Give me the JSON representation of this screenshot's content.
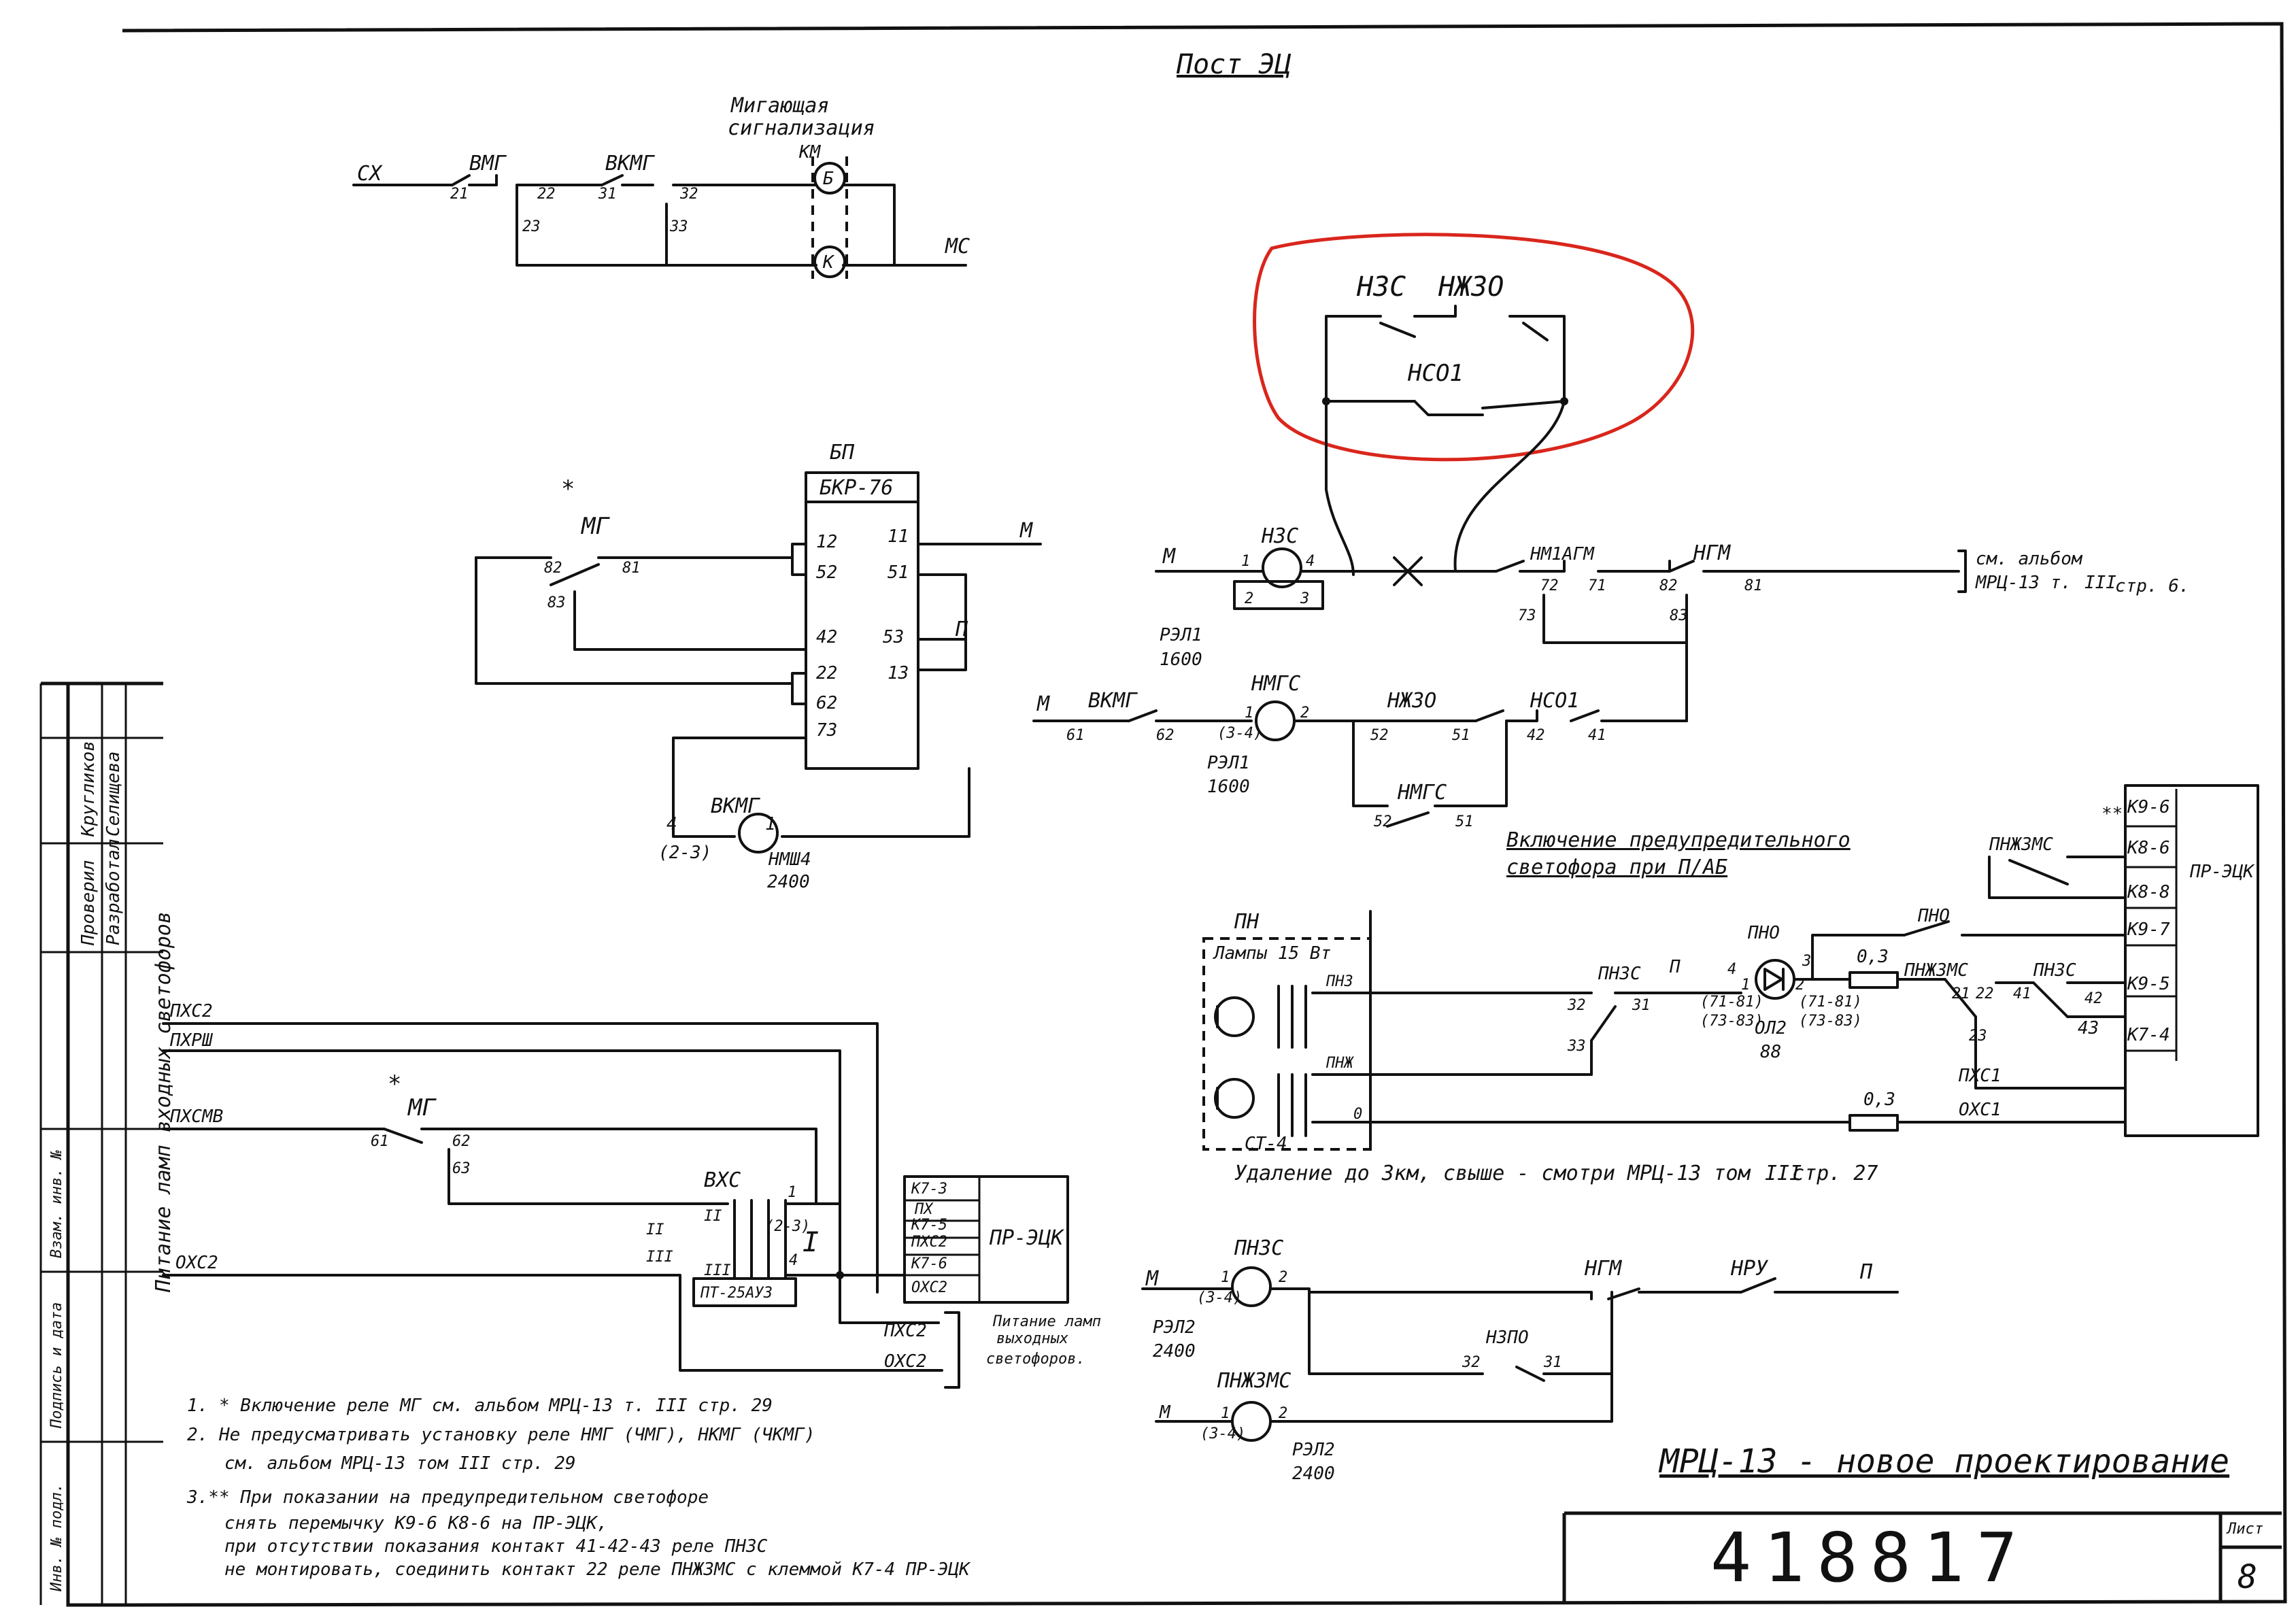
{
  "title": "Пост ЭЦ",
  "doc_number": "418817",
  "sheet": {
    "label": "Лист",
    "number": "8"
  },
  "footer_title": "МРЦ-13 - новое проектирование",
  "blinking": {
    "caption_1": "Мигающая",
    "caption_2": "сигнализация",
    "relay": "КМ",
    "labels": [
      "СХ",
      "ВМГ",
      "ВКМГ",
      "МС",
      "Б",
      "К"
    ],
    "contacts": [
      "21",
      "22",
      "23",
      "31",
      "32",
      "33"
    ]
  },
  "inset": {
    "n3c": "НЗС",
    "nzh3o": "НЖЗО",
    "nco1": "НСО1"
  },
  "bp": {
    "label": "БП",
    "type": "БКР-76",
    "pins_left": [
      "12",
      "52",
      "42",
      "22",
      "62",
      "73"
    ],
    "pins_right": [
      "11",
      "51",
      "53",
      "13"
    ],
    "out_m": "М",
    "out_p": "П",
    "mg": "МГ",
    "mg_contacts": [
      "82",
      "81",
      "83"
    ],
    "vkmg": "ВКМГ",
    "vkmg_pins": [
      "4",
      "1",
      "(2-3)"
    ],
    "vkmg_type": "НМШ4",
    "vkmg_ohm": "2400"
  },
  "n3s_circuit": {
    "m": "М",
    "relay": "НЗС",
    "pins": [
      "1",
      "4",
      "2",
      "3"
    ],
    "nmlagm": "НМ1АГМ",
    "ngm": "НГМ",
    "contacts": [
      "72",
      "71",
      "82",
      "81",
      "73",
      "83"
    ],
    "ref_1": "см. альбом",
    "ref_2": "МРЦ-13 т.",
    "ref_3": "III",
    "ref_4": "стр. 6."
  },
  "nmgs_circuit": {
    "type_1": "РЭЛ1",
    "ohm_1": "1600",
    "m": "М",
    "vkmg": "ВКМГ",
    "vkmg_contacts": [
      "61",
      "62"
    ],
    "relay": "НМГС",
    "pins": [
      "1",
      "2",
      "(3-4)"
    ],
    "type_2": "РЭЛ1",
    "ohm_2": "1600",
    "nzh3o": "НЖЗО",
    "nzh3o_contacts": [
      "52",
      "51"
    ],
    "nco1": "НСО1",
    "nco1_contacts": [
      "42",
      "41"
    ],
    "nmgs": "НМГС",
    "nmgs_contacts": [
      "52",
      "51"
    ]
  },
  "warning_signal": {
    "caption_1": "Включение предупредительного",
    "caption_2": "светофора при П/АБ",
    "pn": "ПН",
    "lamps": "Лампы 15 Вт",
    "pn3": "ПНЗ",
    "pnzh": "ПНЖ",
    "st4": "СТ-4",
    "zero": "0",
    "pnzs": "ПНЗС",
    "pnzs_contacts": [
      "32",
      "31",
      "33"
    ],
    "p": "П",
    "pno": "ПНО",
    "pno_pins": [
      "4",
      "1",
      "3",
      "2",
      "(71-81)",
      "(73-83)",
      "(71-81)",
      "(73-83)"
    ],
    "ol2": "ОЛ2",
    "ol2_ohm": "88",
    "resistor_1": "0,3",
    "pno_contact": "ПНО",
    "pnzhzms": "ПНЖЗМС",
    "pnzhzms_contacts": [
      "21",
      "22",
      "23"
    ],
    "pnzs_2": "ПНЗС",
    "pnzs_2_contacts": [
      "41",
      "42",
      "43"
    ],
    "pxs1": "ПХС1",
    "resistor_2": "0,3",
    "oxs1": "ОХС1",
    "note": "Удаление до 3км, свыше - смотри МРЦ-13 том",
    "note_vol": "III",
    "note_page": "стр. 27"
  },
  "ecsk_right": {
    "pnzhzms": "ПНЖЗМС",
    "stars": "**",
    "name": "ПР-ЭЦК",
    "terminals": [
      "К9-6",
      "К8-6",
      "К8-8",
      "К9-7",
      "К9-5",
      "К7-4"
    ]
  },
  "lamp_power": {
    "side_caption": "Питание ламп входных светофоров",
    "px_s2": "ПХС2",
    "px_rsh": "ПХРШ",
    "px_smv": "ПХСМВ",
    "ox_s2": "ОХС2",
    "mg": "МГ",
    "mg_contacts": [
      "61",
      "62",
      "63"
    ],
    "vxs": "ВХС",
    "vxs_pins": [
      "1",
      "II",
      "III",
      "(2-3)",
      "4",
      "II",
      "III"
    ],
    "vxs_roman": "I",
    "pt": "ПТ-25АУЗ",
    "ecsk": "ПР-ЭЦК",
    "ecsk_terms": [
      "К7-3",
      "ПХ",
      "К7-5",
      "ПХС2",
      "К7-6",
      "ОХС2"
    ],
    "px_s2_out": "ПХС2",
    "ox_s2_out": "ОХС2",
    "out_caption_1": "Питание ламп",
    "out_caption_2": "выходных",
    "out_caption_3": "светофоров."
  },
  "pnzs_circuit": {
    "m": "М",
    "relay": "ПНЗС",
    "pins": [
      "1",
      "2",
      "(3-4)"
    ],
    "type": "РЭЛ2",
    "ohm": "2400",
    "ngm": "НГМ",
    "nru": "НРУ",
    "p": "П",
    "nzpo": "НЗПО",
    "nzpo_contacts": [
      "32",
      "31"
    ]
  },
  "pnzhzms_circuit": {
    "m": "М",
    "relay": "ПНЖЗМС",
    "pins": [
      "1",
      "2",
      "(3-4)"
    ],
    "type": "РЭЛ2",
    "ohm": "2400"
  },
  "notes": [
    "1. * Включение реле МГ см. альбом МРЦ-13 т. III стр. 29",
    "2. Не предусматривать установку реле НМГ (ЧМГ), НКМГ (ЧКМГ)",
    "см. альбом МРЦ-13 том III стр. 29",
    "3.** При показании на предупредительном светофоре",
    "снять перемычку К9-6 К8-6 на ПР-ЭЦК,",
    "при отсутствии показания контакт 41-42-43 реле ПНЗС",
    "не монтировать, соединить контакт 22 реле ПНЖЗМС с клеммой К7-4 ПР-ЭЦК"
  ],
  "stamp": [
    "Проверил",
    "Разработал",
    "Кругликов",
    "Селищева",
    "Инв. № подл.",
    "Подпись и дата",
    "Взам. инв. №"
  ]
}
